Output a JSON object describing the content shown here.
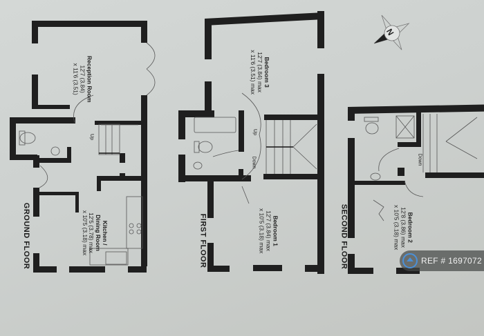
{
  "floorplan": {
    "floors": [
      {
        "label": "GROUND FLOOR",
        "rooms": [
          {
            "name": "Reception Room",
            "dim1": "12'7 (3.84)",
            "dim2": "x 11'6 (3.51)"
          },
          {
            "name": "Kitchen /",
            "name2": "Dining Room",
            "dim1": "12'5 (3.78) max",
            "dim2": "x 10'5 (3.18) max"
          }
        ],
        "stairs": [
          "Up"
        ]
      },
      {
        "label": "FIRST FLOOR",
        "rooms": [
          {
            "name": "Bedroom 3",
            "dim1": "12'7 (3.84) max",
            "dim2": "x 11'6 (3.51) max"
          },
          {
            "name": "Bedroom 1",
            "dim1": "12'7 (3.84) max",
            "dim2": "x 10'5 (3.18) max"
          }
        ],
        "stairs": [
          "Up",
          "Down"
        ]
      },
      {
        "label": "SECOND FLOOR",
        "rooms": [
          {
            "name": "Bedroom 2",
            "dim1": "12'8 (3.86) max",
            "dim2": "x 10'5 (3.18) max"
          }
        ],
        "stairs": [
          "Down"
        ]
      }
    ],
    "compass": {
      "label": "N",
      "icon": "compass-rose-icon"
    }
  },
  "watermark": {
    "text": "REF # 1697072",
    "icon": "home-icon",
    "accent": "#4a90d9"
  },
  "colors": {
    "wall": "#1f1f1f",
    "paper": "#d0d4d2",
    "line": "#5a5a5a"
  }
}
